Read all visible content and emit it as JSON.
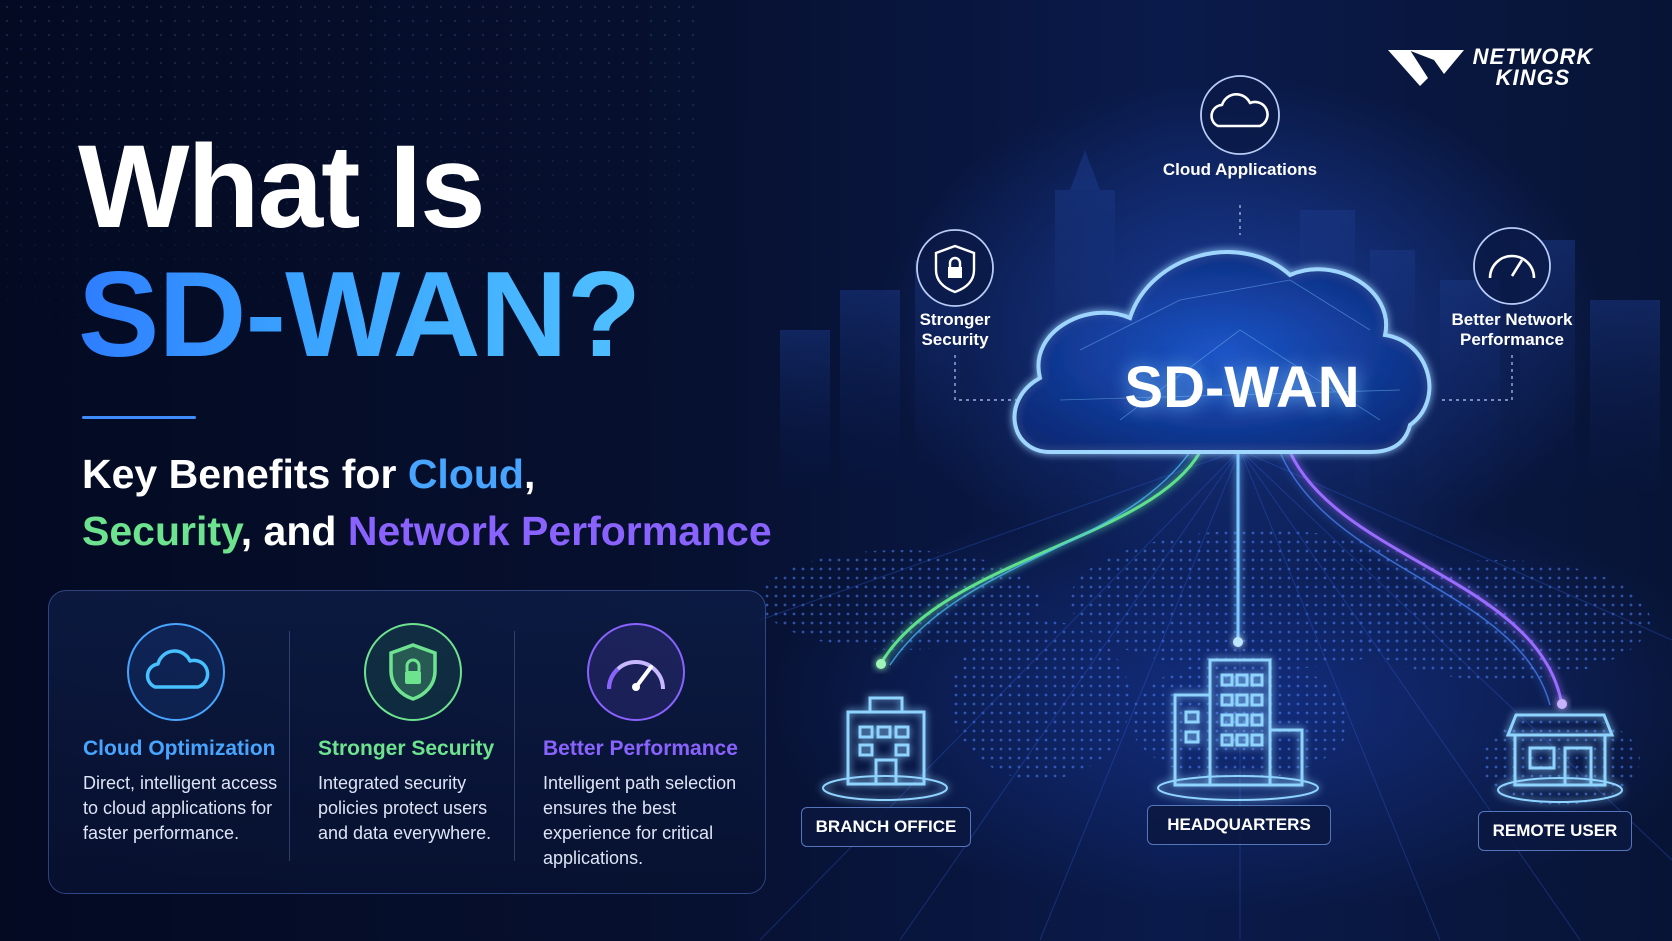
{
  "brand": {
    "logo_line1": "NETWORK",
    "logo_line2": "KINGS"
  },
  "headline": {
    "line1": "What Is",
    "line2": "SD-WAN?"
  },
  "subtitle": {
    "part1": "Key Benefits for ",
    "cloud": "Cloud",
    "part2": ",",
    "security": "Security",
    "part3": ", and ",
    "performance": "Network Performance"
  },
  "benefits": [
    {
      "title": "Cloud Optimization",
      "description": "Direct, intelligent access to cloud applications for faster performance.",
      "icon": "cloud-icon",
      "color": "#47a5ff"
    },
    {
      "title": "Stronger Security",
      "description": "Integrated security policies protect users and data everywhere.",
      "icon": "shield-lock-icon",
      "color": "#6ee38f"
    },
    {
      "title": "Better Performance",
      "description": "Intelligent path selection ensures the best experience for critical applications.",
      "icon": "speedometer-icon",
      "color": "#8a63ff"
    }
  ],
  "diagram": {
    "center": "SD-WAN",
    "top_node": "Cloud Applications",
    "left_node": "Stronger Security",
    "right_node": "Better Network Performance",
    "sites": [
      "BRANCH OFFICE",
      "HEADQUARTERS",
      "REMOTE USER"
    ],
    "colors": {
      "branch_link": "#5fe08c",
      "hq_link": "#7cc8ff",
      "remote_link": "#9a6cff"
    }
  }
}
